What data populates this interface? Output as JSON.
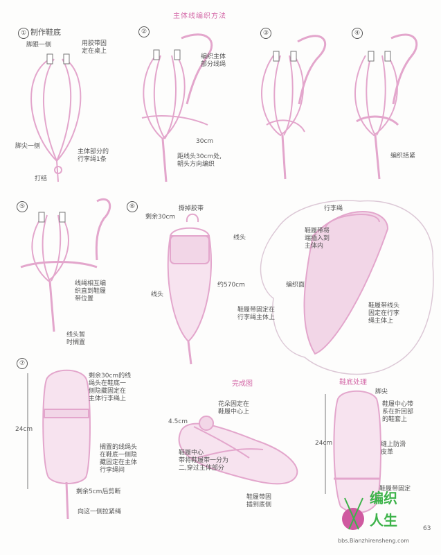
{
  "title": "主体线编织方法",
  "steps": {
    "s1": {
      "num": "①",
      "label": "制作鞋底"
    },
    "s2": {
      "num": "②"
    },
    "s3": {
      "num": "③"
    },
    "s4": {
      "num": "④"
    },
    "s5": {
      "num": "⑤"
    },
    "s6": {
      "num": "⑥"
    },
    "s7": {
      "num": "⑦"
    }
  },
  "notes": {
    "n1": "脚跟一侧",
    "n2": "用胶带固\n定在桌上",
    "n3": "脚尖一侧",
    "n4": "主体部分的\n行李绳1条",
    "n5": "打结",
    "n6": "编织主体\n部分线绳",
    "n7": "30cm",
    "n8": "距线头30cm处,\n朝头方向编织",
    "n9": "编织括紧",
    "n10": "剩余30cm",
    "n11": "撕掉胶带",
    "n12": "线头",
    "n13": "线头",
    "n14": "行李绳",
    "n15": "鞋履带将\n端插入到\n主体内",
    "n16": "编织面",
    "n17": "线绳相互编\n织直到鞋履\n带位置",
    "n18": "约570cm",
    "n19": "鞋履带固定在\n行李绳主体上",
    "n20": "鞋履带线头\n固定在行李\n绳主体上",
    "n21": "线头暂\n时搁置",
    "n22": "剩余30cm的线\n绳头在鞋底一\n侧隐藏固定在\n主体行李绳上",
    "n23": "24cm",
    "n24": "搁置的线绳头\n在鞋底一侧隐\n藏固定在主体\n行李绳间",
    "n25": "剩余5cm后剪断",
    "n26": "向这一侧拉紧绳",
    "n27": "完成图",
    "n28": "花朵固定在\n鞋履中心上",
    "n29": "4.5cm",
    "n30": "鞋履中心\n带将鞋履带一分为\n二,穿过主体部分",
    "n31": "鞋履带固\n插到底侧",
    "n32": "鞋底处理",
    "n33": "脚尖",
    "n34": "鞋履中心带\n系在折回部\n的鞋套上",
    "n35": "24cm",
    "n36": "缝上防滑\n皮革",
    "n37": "鞋履带固定"
  },
  "logo": {
    "line1": "编织",
    "line2": "人生"
  },
  "site": "bbs.Bianzhirensheng.com",
  "page_number": "63",
  "colors": {
    "pink": "#d46aa8",
    "line": "#e3a6cc",
    "shade": "#f2d6e7",
    "green": "#3db34a"
  }
}
